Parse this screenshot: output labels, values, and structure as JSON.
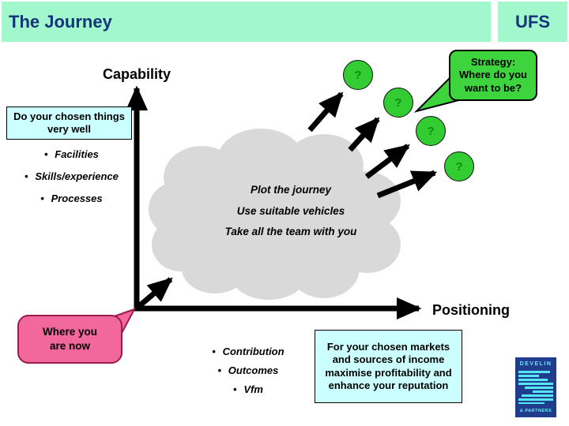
{
  "header": {
    "title": "The Journey",
    "brand": "UFS"
  },
  "axes": {
    "y_label": "Capability",
    "x_label": "Positioning"
  },
  "capability_box": {
    "text": "Do your chosen things very well"
  },
  "capability_bullets": {
    "bullet_char": "•",
    "items": [
      "Facilities",
      "Skills/experience",
      "Processes"
    ]
  },
  "cloud": {
    "lines": [
      "Plot the journey",
      "Use suitable vehicles",
      "Take all the team with you"
    ]
  },
  "strategy_callout": {
    "lines": [
      "Strategy:",
      "Where do you",
      "want to be?"
    ]
  },
  "question_marks": {
    "symbol": "?",
    "count": 4
  },
  "current_state_callout": {
    "lines": [
      "Where you",
      "are now"
    ]
  },
  "positioning_bullets": {
    "bullet_char": "•",
    "items": [
      "Contribution",
      "Outcomes",
      "Vfm"
    ]
  },
  "markets_box": {
    "text": "For your chosen markets and sources of income maximise profitability and enhance your reputation"
  },
  "logo": {
    "top": "DEVELIN",
    "bottom": "& PARTNERS"
  },
  "colors": {
    "header_mint": "#A3F7CC",
    "title_navy": "#14357C",
    "bright_green": "#33CC33",
    "question_green": "#0B8E0B",
    "pink": "#F2689C",
    "pink_border": "#9B1B4B",
    "light_blue": "#CCFFFF",
    "cloud_gray": "#D9D9D9",
    "logo_navy": "#1F3D8C",
    "logo_cyan": "#55E8F2"
  }
}
